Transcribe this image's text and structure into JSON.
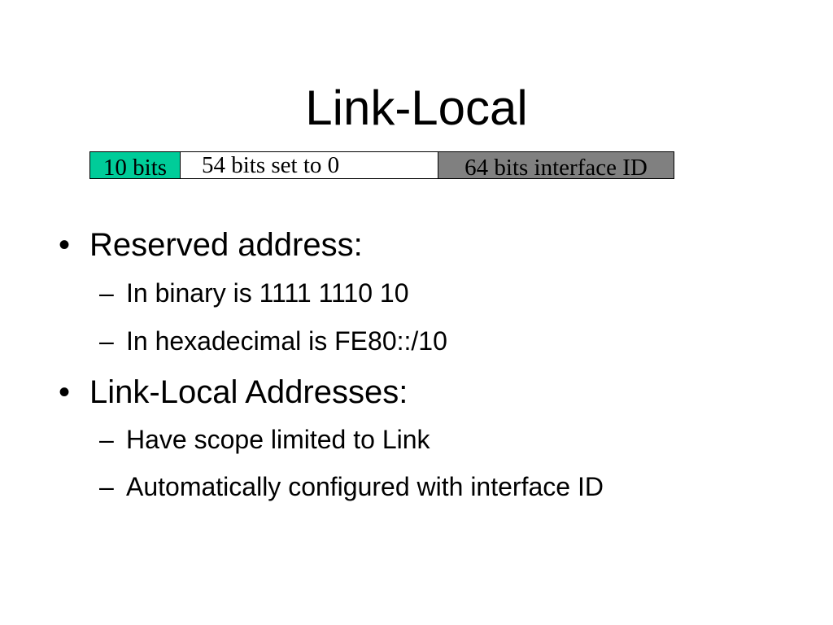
{
  "slide": {
    "title": "Link-Local",
    "address_layout": {
      "prefix_field": "10 bits",
      "zero_field": "54 bits set to 0",
      "interface_field": "64 bits interface ID",
      "colors": {
        "prefix_fill": "#00cc99",
        "zero_fill": "#ffffff",
        "interface_fill": "#808080"
      }
    },
    "bullets": [
      {
        "marker": "•",
        "text": "Reserved address:",
        "sub": [
          {
            "marker": "–",
            "text": "In binary is 1111 1110 10"
          },
          {
            "marker": "–",
            "text": "In hexadecimal is FE80::/10"
          }
        ]
      },
      {
        "marker": "•",
        "text": "Link-Local Addresses:",
        "sub": [
          {
            "marker": "–",
            "text": "Have scope limited to Link"
          },
          {
            "marker": "–",
            "text": "Automatically configured with interface ID"
          }
        ]
      }
    ]
  }
}
